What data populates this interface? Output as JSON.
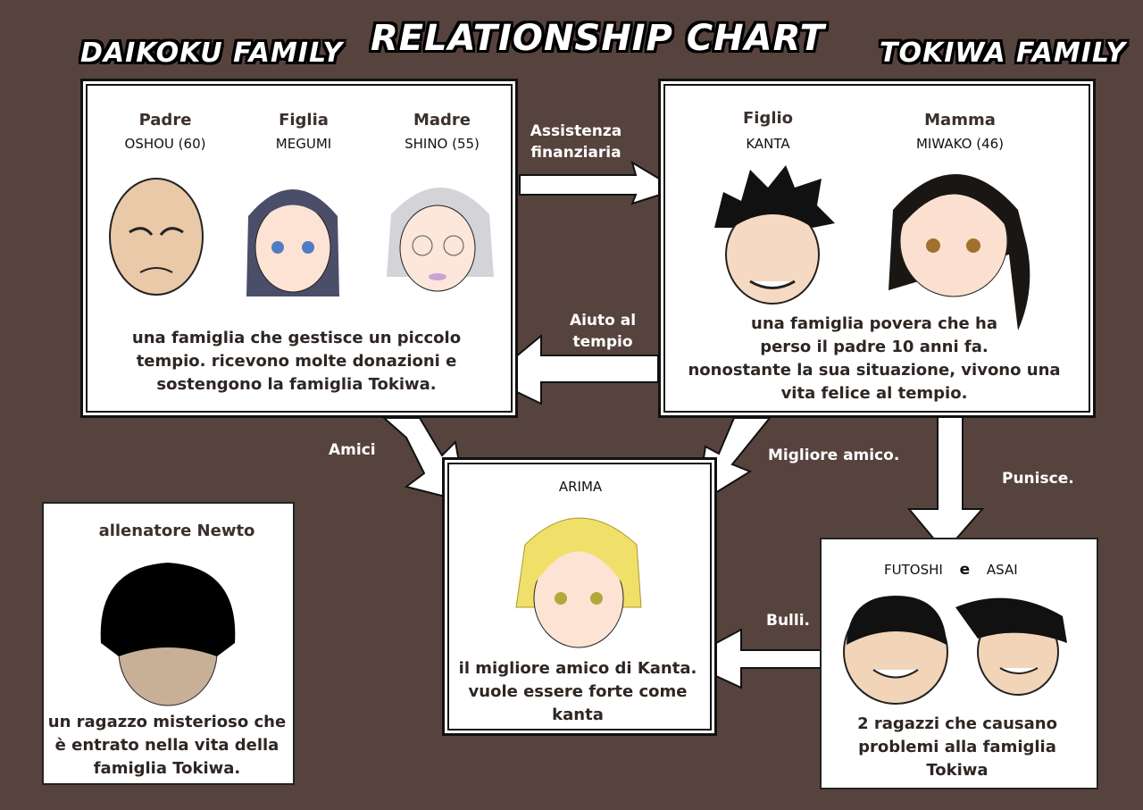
{
  "title": "RELATIONSHIP CHART",
  "daikoku": {
    "heading": "DAIKOKU FAMILY",
    "members": [
      {
        "role": "Padre",
        "name": "OSHOU (60)"
      },
      {
        "role": "Figlia",
        "name": "MEGUMI"
      },
      {
        "role": "Madre",
        "name": "SHINO (55)"
      }
    ],
    "description": [
      "una famiglia che gestisce un piccolo",
      "tempio. ricevono molte donazioni e",
      "sostengono la famiglia Tokiwa."
    ]
  },
  "tokiwa": {
    "heading": "TOKIWA FAMILY",
    "members": [
      {
        "role": "Figlio",
        "name": "KANTA"
      },
      {
        "role": "Mamma",
        "name": "MIWAKO (46)"
      }
    ],
    "description": [
      "una famiglia povera che ha",
      "perso il padre 10 anni fa.",
      "nonostante la sua situazione, vivono una",
      "vita felice al tempio."
    ]
  },
  "arima": {
    "name": "ARIMA",
    "description": [
      "il migliore amico di Kanta.",
      "vuole essere forte come",
      "kanta"
    ]
  },
  "newto": {
    "name": "allenatore Newto",
    "description": [
      "un ragazzo misterioso che",
      "è entrato nella vita della",
      "famiglia Tokiwa."
    ]
  },
  "bullies": {
    "name1": "FUTOSHI",
    "conj": "e",
    "name2": "ASAI",
    "description": [
      "2 ragazzi che causano",
      "problemi alla famiglia",
      "Tokiwa"
    ]
  },
  "arrows": {
    "assistenza": [
      "Assistenza",
      "finanziaria"
    ],
    "aiuto": [
      "Aiuto al",
      "tempio"
    ],
    "amici": "Amici",
    "migliore": "Migliore amico.",
    "punisce": "Punisce.",
    "bulli": "Bulli."
  }
}
